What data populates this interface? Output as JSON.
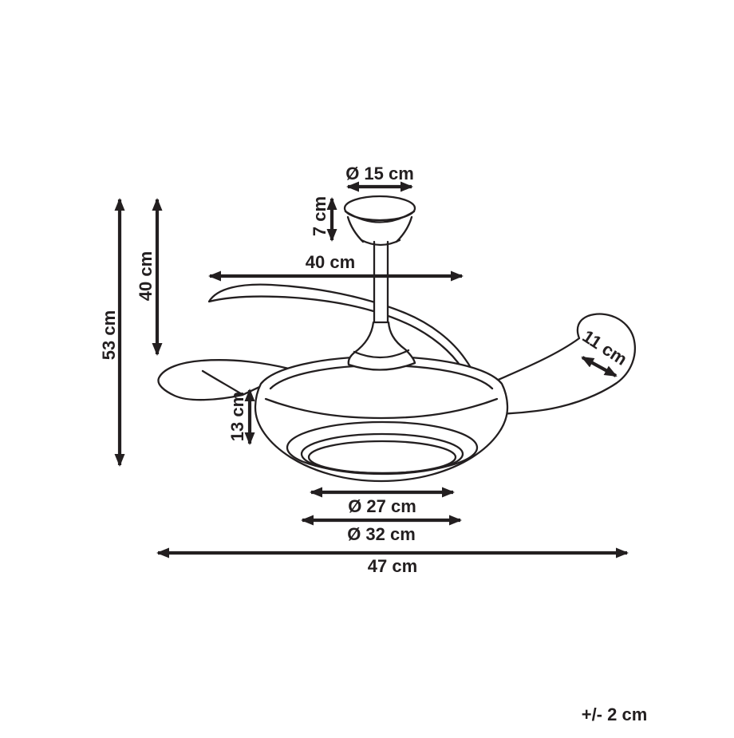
{
  "diagram": {
    "subject": "ceiling-fan-with-light-retractable-blades",
    "line_color": "#231f20",
    "background_color": "#ffffff",
    "labels": {
      "canopy_diameter": "Ø 15 cm",
      "canopy_height": "7 cm",
      "upper_span": "40 cm",
      "upper_height": "40 cm",
      "total_height": "53 cm",
      "blade_tip_width": "11 cm",
      "body_height": "13 cm",
      "light_diameter_inner": "Ø 27 cm",
      "light_diameter_outer": "Ø 32 cm",
      "total_span": "47 cm",
      "tolerance": "+/- 2 cm"
    }
  }
}
